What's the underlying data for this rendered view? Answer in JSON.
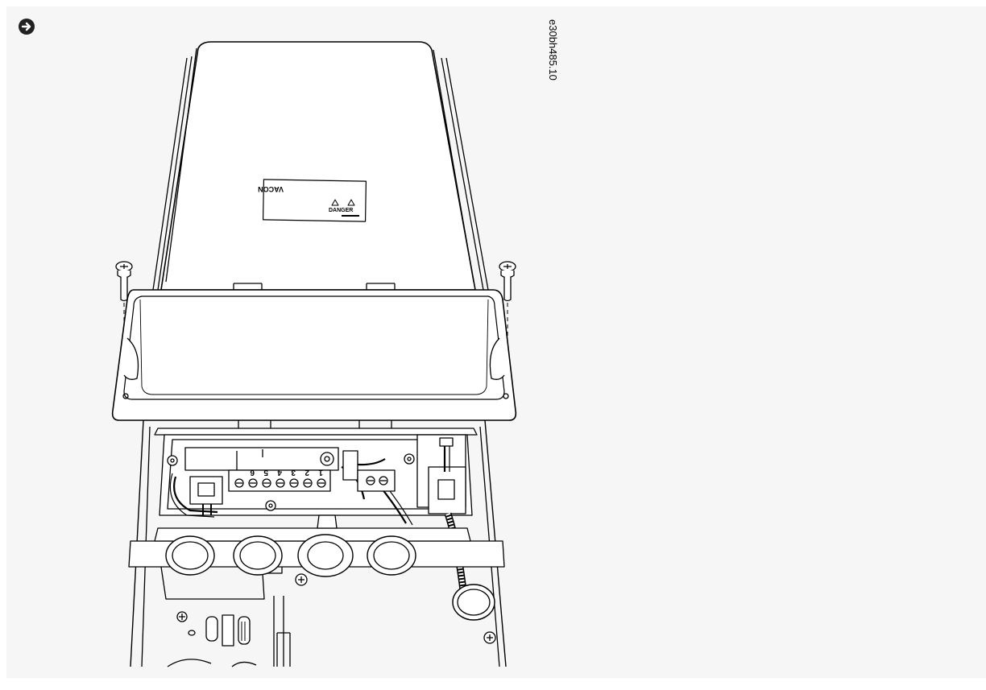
{
  "nav": {
    "next_icon": "arrow-right-circle-icon"
  },
  "figure": {
    "id_label": "e30bh485.10",
    "cover_brand": "VACON",
    "warning_label": "DANGER",
    "terminal_numbers": [
      "6",
      "5",
      "4",
      "3",
      "2",
      "1"
    ]
  },
  "colors": {
    "line": "#000000",
    "background": "#f6f6f6",
    "fill": "#ffffff"
  }
}
